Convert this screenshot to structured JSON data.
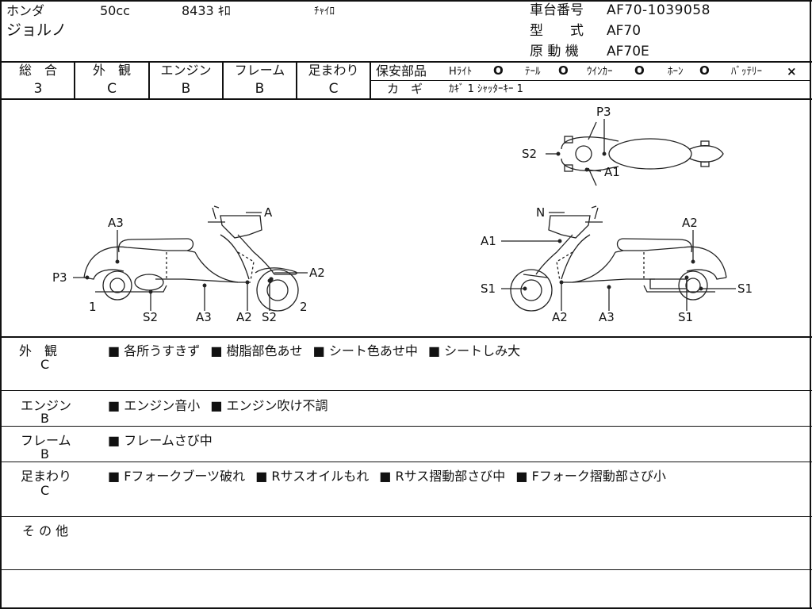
{
  "header": {
    "maker": "ホンダ",
    "displacement": "50cc",
    "mileage": "8433 ｷﾛ",
    "color": "ﾁｬｲﾛ",
    "model_name": "ジョルノ",
    "frame_no_label": "車台番号",
    "frame_no_value": "AF70-1039058",
    "model_label": "型　　式",
    "model_value": "AF70",
    "engine_label": "原 動 機",
    "engine_value": "AF70E"
  },
  "grades": [
    {
      "label": "総　合",
      "value": "3"
    },
    {
      "label": "外　観",
      "value": "C"
    },
    {
      "label": "エンジン",
      "value": "B"
    },
    {
      "label": "フレーム",
      "value": "B"
    },
    {
      "label": "足まわり",
      "value": "C"
    }
  ],
  "safety": {
    "label": "保安部品",
    "items": [
      {
        "label": "Hﾗｲﾄ",
        "mark": "O"
      },
      {
        "label": "ﾃｰﾙ",
        "mark": "O"
      },
      {
        "label": "ｳｲﾝｶｰ",
        "mark": "O"
      },
      {
        "label": "ﾎｰﾝ",
        "mark": "O"
      },
      {
        "label": "ﾊﾞｯﾃﾘｰ",
        "mark": "×"
      }
    ],
    "key_label": "カ　ギ",
    "key_value": "ｶｷﾞ 1 ｼｬｯﾀｰｷｰ 1"
  },
  "diagram": {
    "left": {
      "A3_top": "A3",
      "A_top": "A",
      "P3": "P3",
      "A2_right": "A2",
      "num1": "1",
      "S2_left": "S2",
      "A3_bottom": "A3",
      "A2_bottom": "A2",
      "S2_right": "S2",
      "num2": "2"
    },
    "top_view": {
      "P3": "P3",
      "S2": "S2",
      "A1": "A1"
    },
    "right": {
      "N": "N",
      "A2_top": "A2",
      "A1": "A1",
      "S1_left": "S1",
      "S1_right": "S1",
      "A2_bottom": "A2",
      "A3_bottom": "A3",
      "S1_bottom": "S1"
    }
  },
  "remarks": [
    {
      "category": "外　観",
      "grade": "C",
      "items": [
        "■ 各所うすきず",
        "■ 樹脂部色あせ",
        "■ シート色あせ中",
        "■ シートしみ大"
      ]
    },
    {
      "category": "エンジン",
      "grade": "B",
      "items": [
        "■ エンジン音小",
        "■ エンジン吹け不調"
      ]
    },
    {
      "category": "フレーム",
      "grade": "B",
      "items": [
        "■ フレームさび中"
      ]
    },
    {
      "category": "足まわり",
      "grade": "C",
      "items": [
        "■ Fフォークブーツ破れ",
        "■ Rサスオイルもれ",
        "■ Rサス摺動部さび中",
        "■ Fフォーク摺動部さび小"
      ]
    },
    {
      "category": "そ の 他",
      "grade": "",
      "items": []
    }
  ]
}
